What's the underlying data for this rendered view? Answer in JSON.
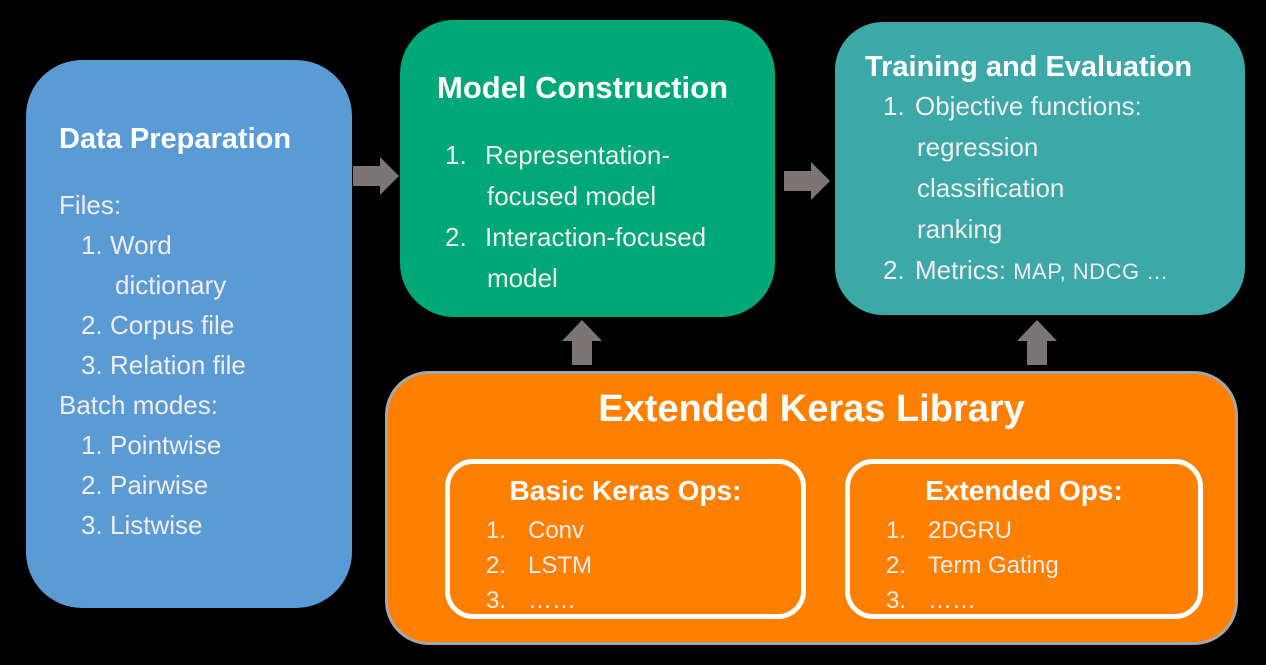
{
  "colors": {
    "bg": "#000000",
    "blue": "#5B9BD5",
    "green": "#00A878",
    "teal": "#3CA8A8",
    "orange": "#FF7F00",
    "arrow": "#7B7575",
    "orange_border": "#A6A6A6",
    "title": "#FFFFFF",
    "body": "#EFEDED"
  },
  "data_preparation": {
    "title": "Data Preparation",
    "lines": [
      {
        "num": "",
        "text": "Files:"
      },
      {
        "num": "1.",
        "text": "Word"
      },
      {
        "num": "",
        "text": "dictionary"
      },
      {
        "num": "2.",
        "text": "Corpus file"
      },
      {
        "num": "3.",
        "text": "Relation file"
      },
      {
        "num": "",
        "text": "Batch modes:"
      },
      {
        "num": "1.",
        "text": "Pointwise"
      },
      {
        "num": "2.",
        "text": "Pairwise"
      },
      {
        "num": "3.",
        "text": "Listwise"
      }
    ]
  },
  "model_construction": {
    "title": "Model Construction",
    "lines": [
      {
        "num": "1.",
        "text": "Representation-"
      },
      {
        "num": "",
        "text": "focused model"
      },
      {
        "num": "2.",
        "text": "Interaction-focused"
      },
      {
        "num": "",
        "text": "model"
      }
    ]
  },
  "training_evaluation": {
    "title": "Training and Evaluation",
    "lines": [
      {
        "num": "1.",
        "text": "Objective functions:"
      },
      {
        "num": "",
        "text": "regression"
      },
      {
        "num": "",
        "text": "classification"
      },
      {
        "num": "",
        "text": "ranking"
      }
    ],
    "metrics_num": "2.",
    "metrics_label": "Metrics:",
    "metrics_values": "MAP, NDCG …"
  },
  "keras_library": {
    "title": "Extended Keras Library",
    "basic_ops": {
      "title": "Basic Keras Ops:",
      "items": [
        {
          "num": "1.",
          "text": "Conv"
        },
        {
          "num": "2.",
          "text": "LSTM"
        },
        {
          "num": "3.",
          "text": "……"
        }
      ]
    },
    "extended_ops": {
      "title": "Extended Ops:",
      "items": [
        {
          "num": "1.",
          "text": "2DGRU"
        },
        {
          "num": "2.",
          "text": "Term Gating"
        },
        {
          "num": "3.",
          "text": "……"
        }
      ]
    }
  }
}
